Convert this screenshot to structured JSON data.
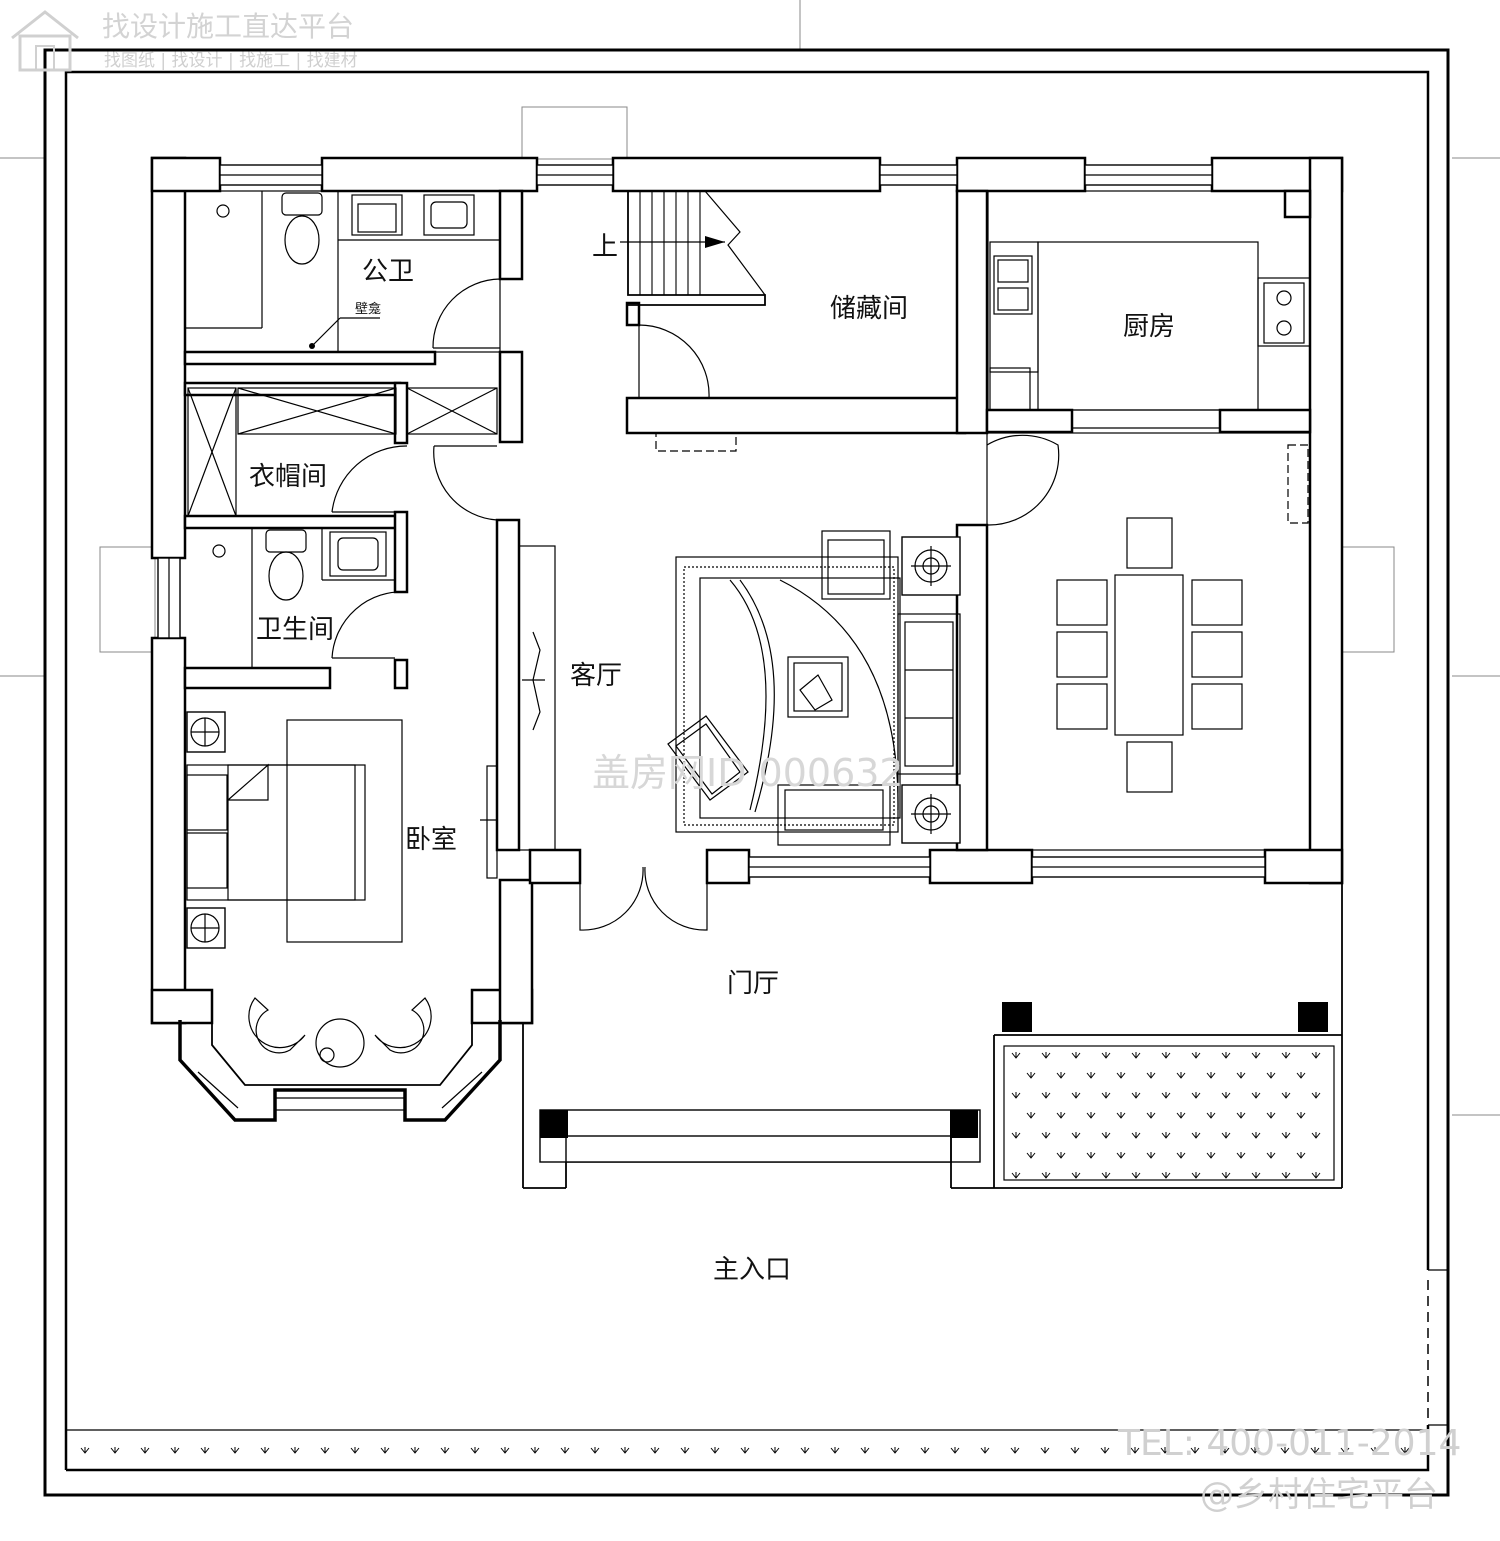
{
  "watermark": {
    "title": "找设计施工直达平台",
    "subtitle": "找图纸 | 找设计 | 找施工 | 找建材",
    "id_text": "盖房网ID 000632",
    "tel": "TEL: 400-011-2014",
    "platform": "@乡村住宅平台"
  },
  "rooms": {
    "public_bath": "公卫",
    "wall_cabinet": "壁龛",
    "stair_up": "上",
    "storage": "储藏间",
    "kitchen": "厨房",
    "cloakroom": "衣帽间",
    "bathroom": "卫生间",
    "living_room": "客厅",
    "bedroom": "卧室",
    "foyer": "门厅",
    "main_entrance": "主入口"
  }
}
